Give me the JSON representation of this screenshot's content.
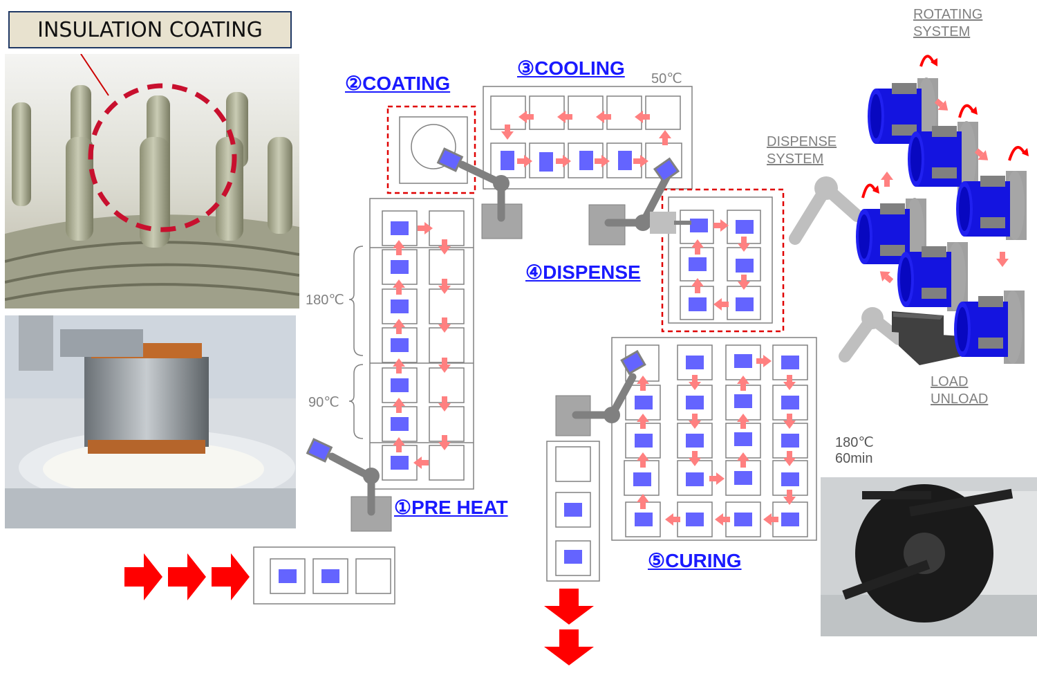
{
  "title": "INSULATION COATING",
  "steps": {
    "pre_heat": "①PRE HEAT",
    "coating": "②COATING",
    "cooling": "③COOLING",
    "dispense": "④DISPENSE",
    "curing": "⑤CURING"
  },
  "temperatures": {
    "cooling": "50℃",
    "preheat_high": "180℃",
    "preheat_low": "90℃",
    "curing_temp": "180℃",
    "curing_time": "60min"
  },
  "labels": {
    "dispense_system_1": "DISPENSE",
    "dispense_system_2": "SYSTEM",
    "rotating_system_1": "ROTATING",
    "rotating_system_2": "SYSTEM",
    "load": "LOAD",
    "unload": "UNLOAD"
  },
  "colors": {
    "step_text": "#1a1aff",
    "part": "#6464ff",
    "flow_arrow": "#ff8080",
    "input_arrow": "#ff0000",
    "highlight_box": "#e00000",
    "robot": "#808080",
    "rotary_stator": "#1414e0"
  },
  "icons": {
    "input_arrows": "right-arrow-icon",
    "output_arrows": "down-arrow-icon",
    "rotation": "curved-arrow-icon"
  }
}
